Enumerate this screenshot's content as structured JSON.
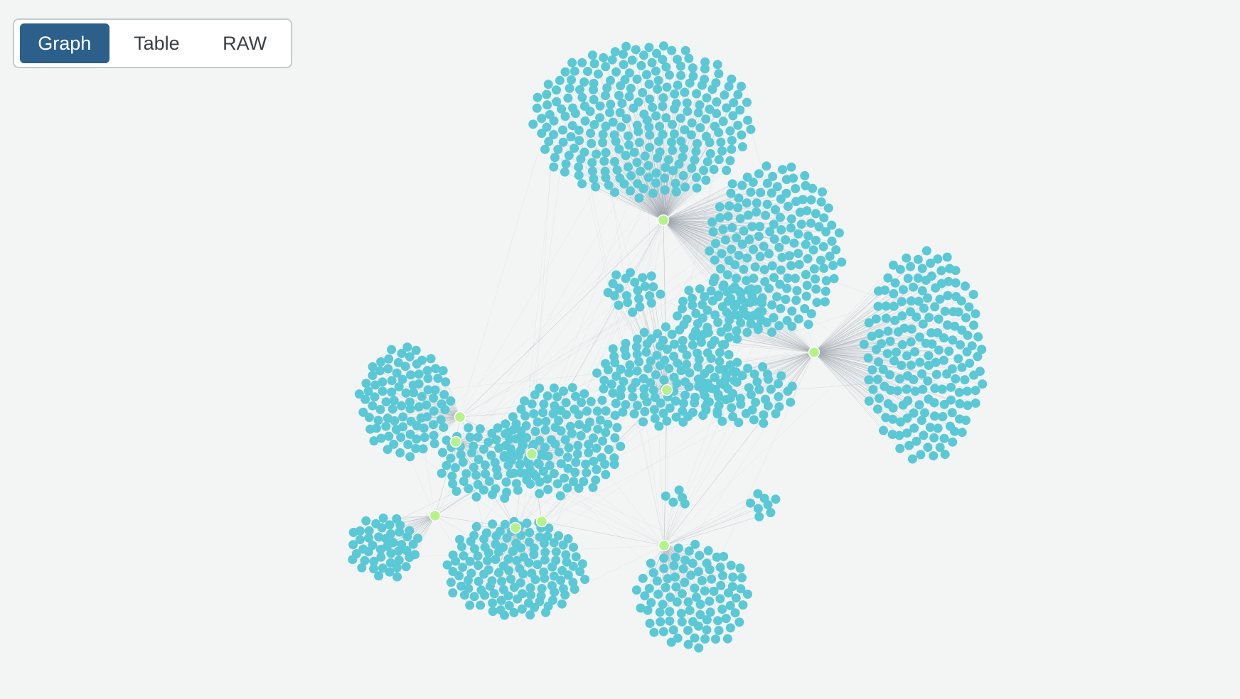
{
  "tabs": [
    {
      "label": "Graph",
      "active": true
    },
    {
      "label": "Table",
      "active": false
    },
    {
      "label": "RAW",
      "active": false
    }
  ],
  "colors": {
    "background": "#f3f5f5",
    "active_tab": "#2c5f8a",
    "node": "#5bc8d6",
    "hub_node": "#b6f28a",
    "edge": "#9aa0ab"
  },
  "graph": {
    "hub_count": 10,
    "node_style": "circle",
    "edge_style": "thin-gray"
  }
}
